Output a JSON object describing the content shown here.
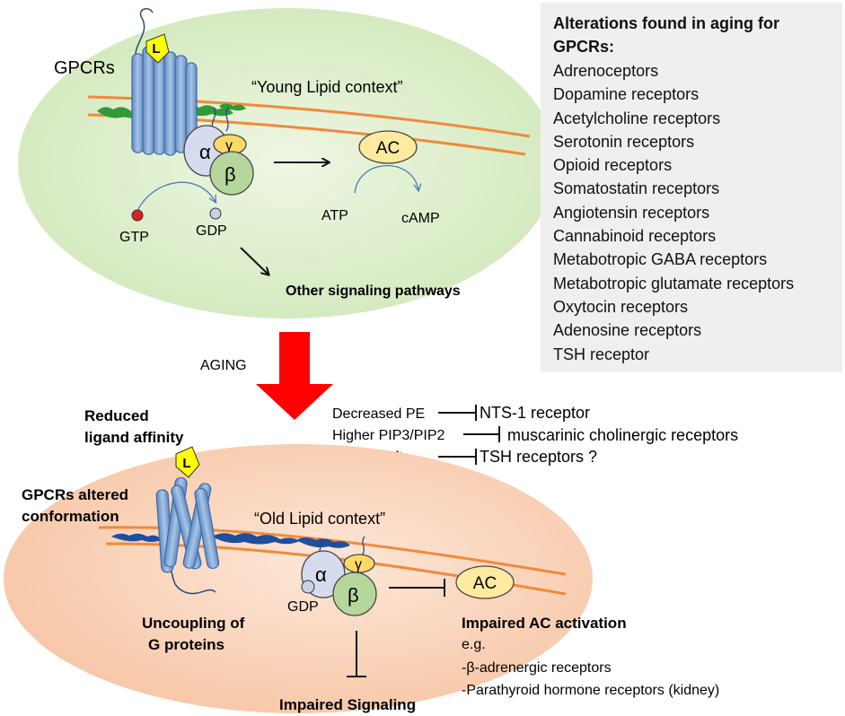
{
  "colors": {
    "young_cell": "#dcedc8",
    "old_cell": "#f9cdb0",
    "membrane": "#f08a3c",
    "receptor": "#7fa6d4",
    "ligand": "#ffff00",
    "alpha": "#d6dcef",
    "beta": "#b5d79b",
    "gamma": "#ffd966",
    "ac": "#ffeaa0",
    "young_rafts": "#2e9a3a",
    "old_rafts": "#1f4e9c",
    "gtp_dot": "#e02020",
    "aging_arrow": "#ff0000",
    "panel_bg": "#efefef"
  },
  "top": {
    "gpcrs_label": "GPCRs",
    "ligand_label": "L",
    "context_label": "“Young Lipid context”",
    "alpha": "α",
    "gamma": "γ",
    "beta": "β",
    "ac": "AC",
    "atp": "ATP",
    "camp": "cAMP",
    "gtp": "GTP",
    "gdp": "GDP",
    "other_pathways": "Other signaling pathways"
  },
  "aging_label": "AGING",
  "alterations": {
    "title_line1": "Alterations found in aging for",
    "title_line2": "GPCRs:",
    "items": [
      "Adrenoceptors",
      "Dopamine receptors",
      "Acetylcholine receptors",
      "Serotonin receptors",
      "Opioid receptors",
      "Somatostatin receptors",
      "Angiotensin receptors",
      "Cannabinoid receptors",
      "Metabotropic GABA receptors",
      "Metabotropic glutamate receptors",
      "Oxytocin receptors",
      "Adenosine receptors",
      "TSH receptor"
    ]
  },
  "lipid_changes": [
    {
      "change": "Decreased  PE",
      "target": "NTS-1 receptor"
    },
    {
      "change": "Higher PIP3/PIP2",
      "target": "muscarinic cholinergic receptors"
    },
    {
      "change": "Altered rafts",
      "target": "TSH receptors ?"
    }
  ],
  "bottom": {
    "reduced_affinity_1": "Reduced",
    "reduced_affinity_2": "ligand affinity",
    "altered_conf_1": "GPCRs altered",
    "altered_conf_2": "conformation",
    "ligand_label": "L",
    "context_label": "“Old Lipid context”",
    "alpha": "α",
    "gamma": "γ",
    "beta": "β",
    "gdp": "GDP",
    "ac": "AC",
    "uncoupling_1": "Uncoupling of",
    "uncoupling_2": "G proteins",
    "impaired_ac": "Impaired AC activation",
    "eg": "e.g.",
    "example_1": "-β-adrenergic receptors",
    "example_2": "-Parathyroid hormone receptors (kidney)",
    "impaired_signaling": "Impaired Signaling"
  }
}
